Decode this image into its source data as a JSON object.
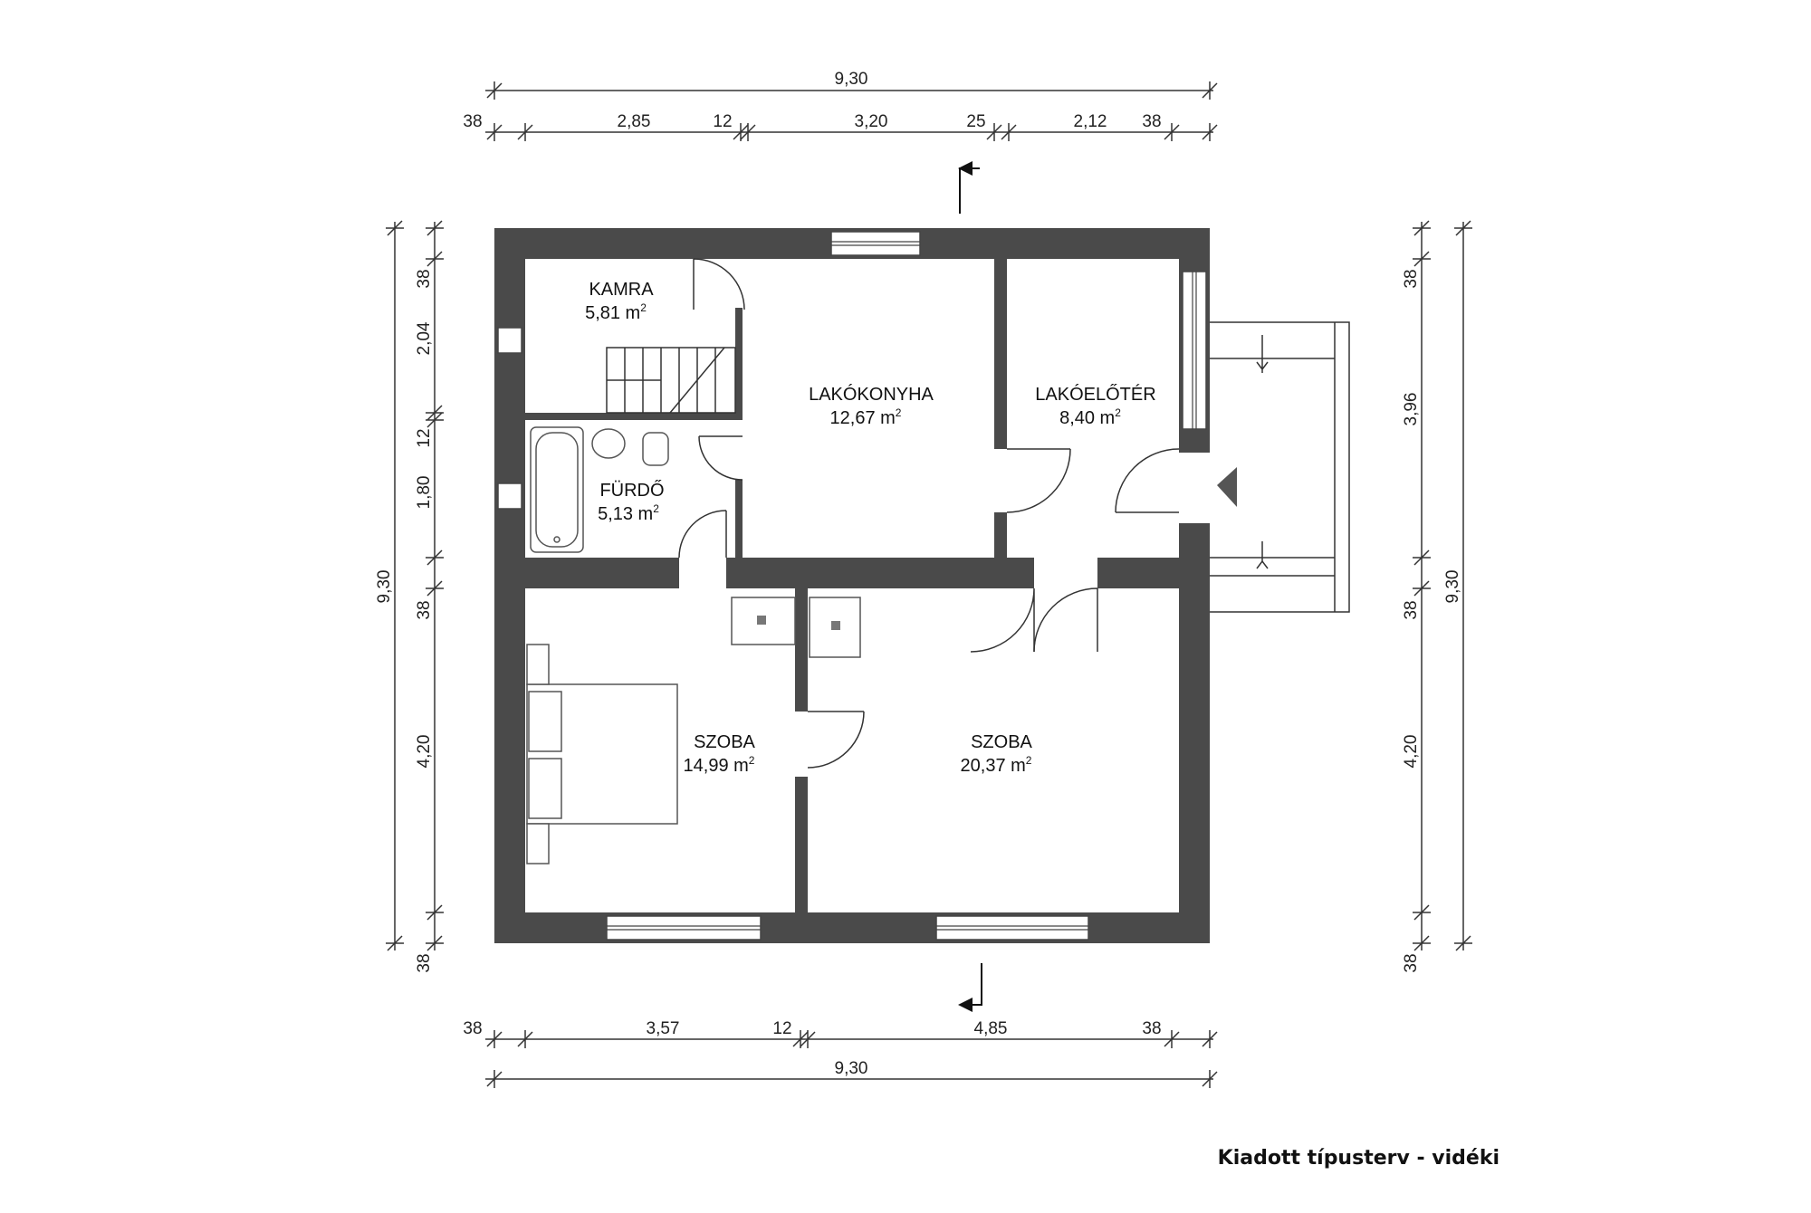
{
  "rooms": [
    {
      "name": "KAMRA",
      "area": "5,81 m",
      "sup": "2"
    },
    {
      "name": "LAKÓKONYHA",
      "area": "12,67 m",
      "sup": "2"
    },
    {
      "name": "LAKÓELŐTÉR",
      "area": "8,40 m",
      "sup": "2"
    },
    {
      "name": "FÜRDŐ",
      "area": "5,13 m",
      "sup": "2"
    },
    {
      "name": "SZOBA",
      "area": "14,99 m",
      "sup": "2"
    },
    {
      "name": "SZOBA",
      "area": "20,37 m",
      "sup": "2"
    }
  ],
  "dims": {
    "top_total": "9,30",
    "top_segments": [
      "38",
      "2,85",
      "12",
      "3,20",
      "25",
      "2,12",
      "38"
    ],
    "bottom_total": "9,30",
    "bottom_segments": [
      "38",
      "3,57",
      "12",
      "4,85",
      "38"
    ],
    "left_total": "9,30",
    "left_segments": [
      "38",
      "2,04",
      "12",
      "1,80",
      "38",
      "4,20",
      "38"
    ],
    "right_total": "9,30",
    "right_segments": [
      "38",
      "3,96",
      "38",
      "4,20",
      "38"
    ]
  },
  "caption": "Kiadott típusterv - vidéki"
}
